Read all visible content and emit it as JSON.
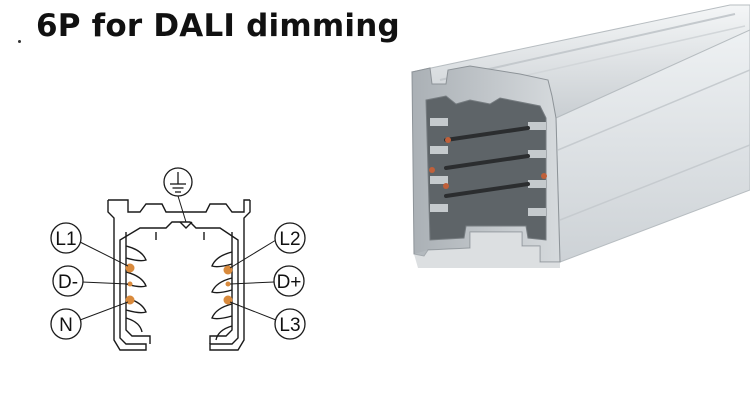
{
  "title": "6P for DALI dimming",
  "labels": {
    "left": [
      "L1",
      "D-",
      "N"
    ],
    "right": [
      "L2",
      "D+",
      "L3"
    ]
  },
  "colors": {
    "contact": "#d98a3c",
    "profile_fill": "#ffffff",
    "profile_stroke": "#1a1a1a",
    "rail_body": "#dfe3e6",
    "rail_shadow": "#9ea5aa",
    "rail_copper": "#c0603a"
  },
  "icons": {
    "ground": "ground-icon"
  }
}
